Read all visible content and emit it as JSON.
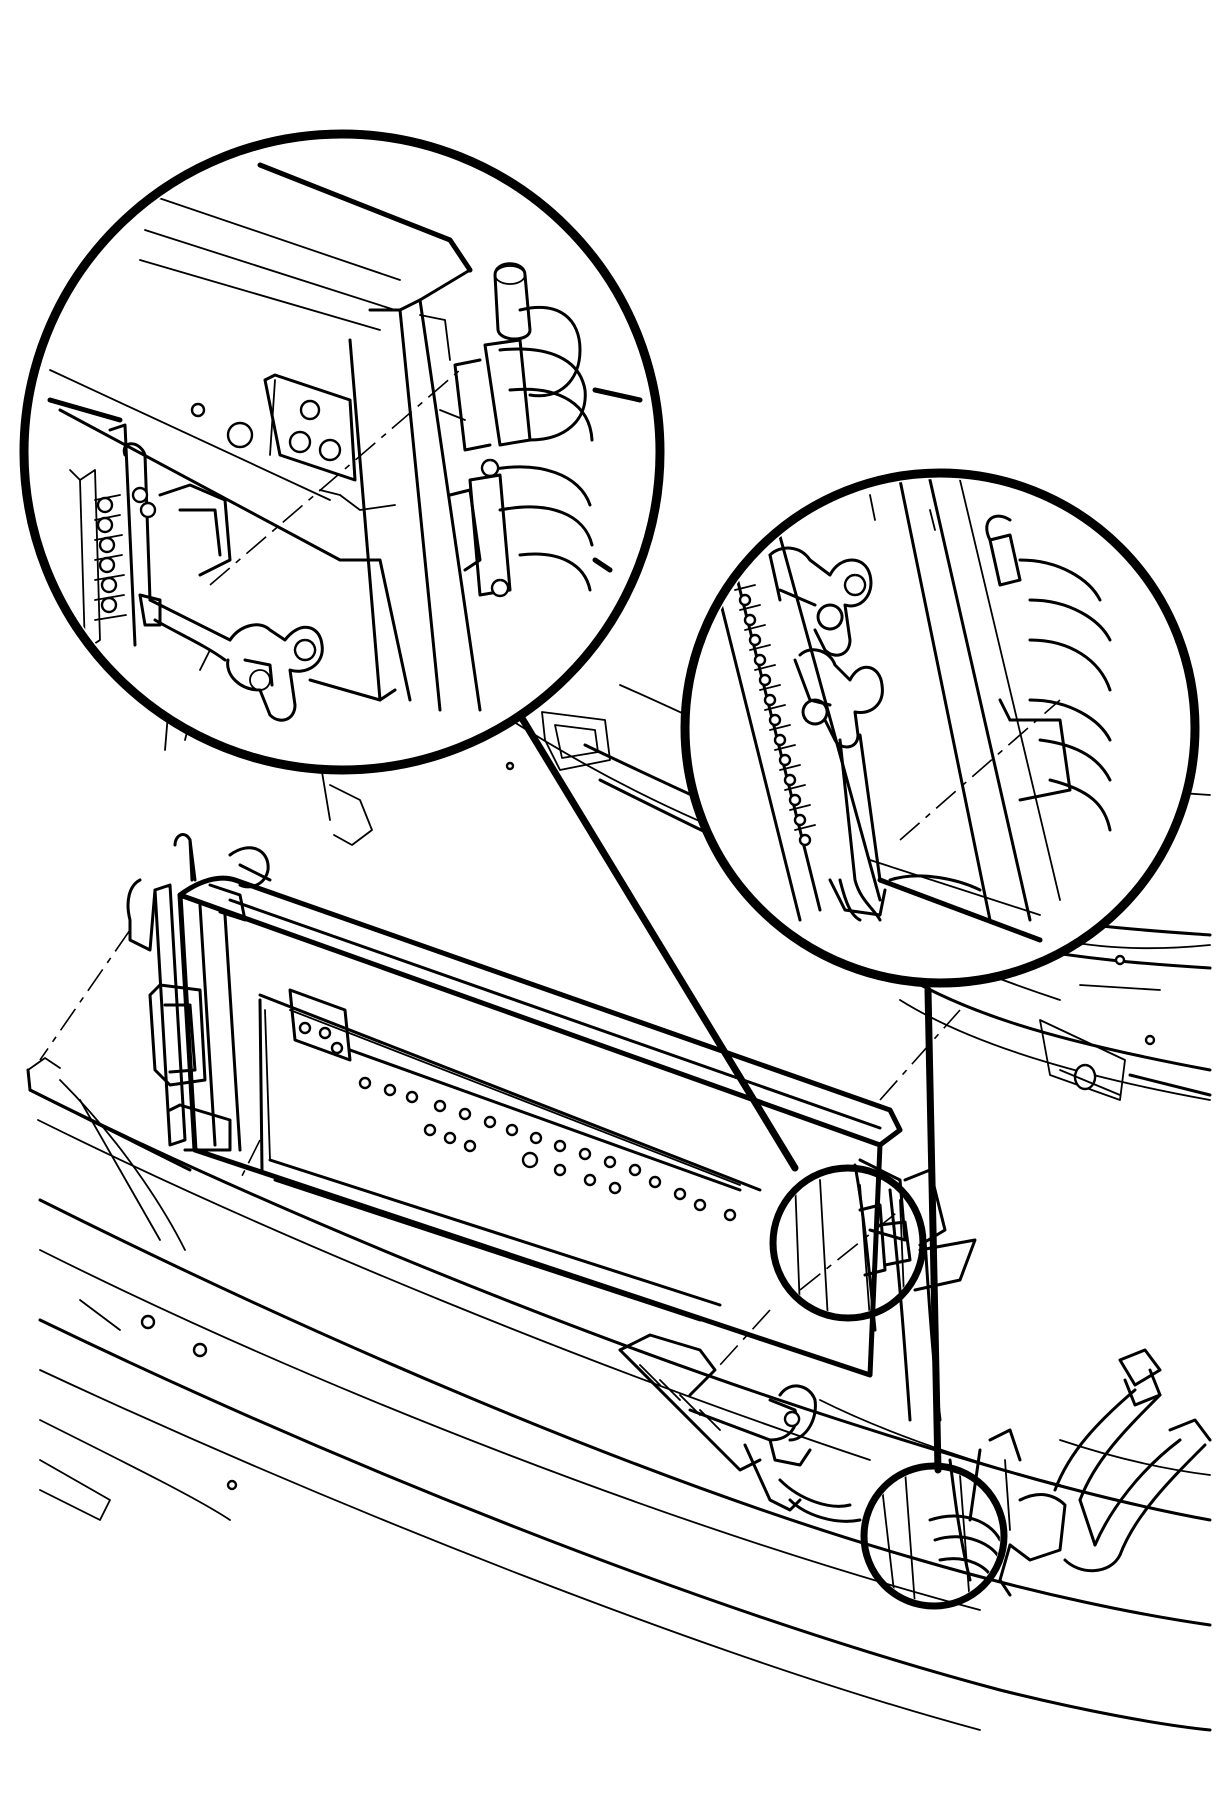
{
  "figure": {
    "kind": "exploded technical line illustration",
    "labels": [],
    "callouts": [
      {
        "id": "detail-upper-left",
        "shape": "circle",
        "links_to": "callout-small-upper"
      },
      {
        "id": "detail-right",
        "shape": "circle",
        "links_to": "callout-small-lower"
      }
    ],
    "colors": {
      "line": "#000000",
      "background": "#ffffff"
    }
  }
}
